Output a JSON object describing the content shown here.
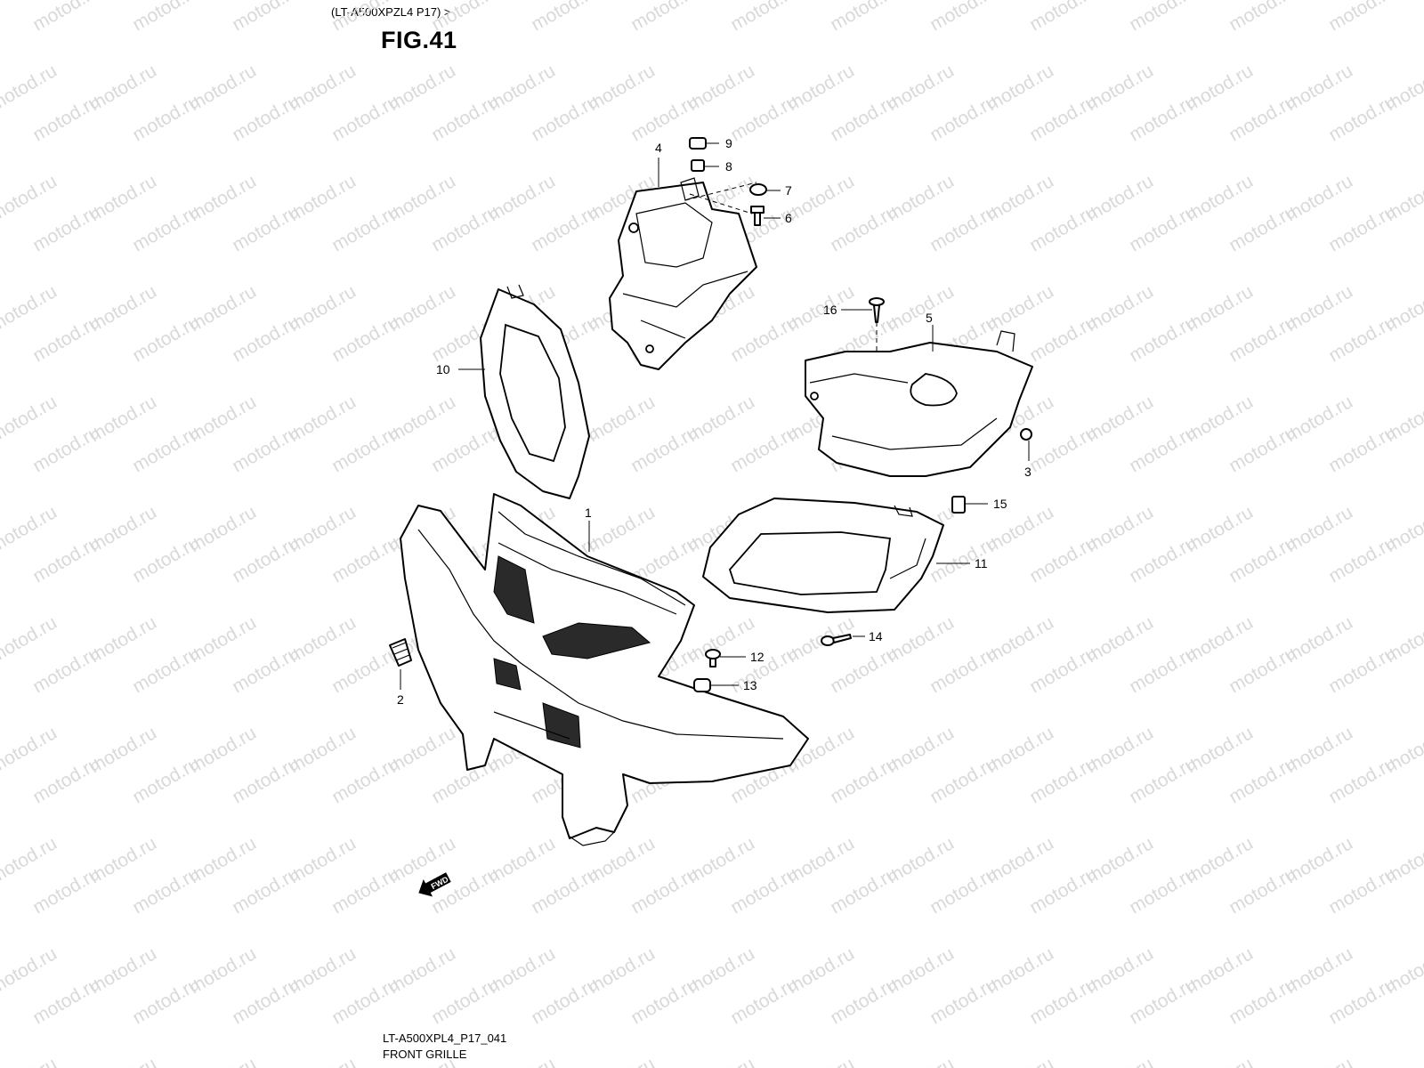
{
  "header": {
    "model_note": "(LT-A500XPZL4 P17) >",
    "figure_title": "FIG.41"
  },
  "watermark": "motod.ru",
  "callouts": {
    "p1": "1",
    "p2": "2",
    "p3": "3",
    "p4": "4",
    "p5": "5",
    "p6": "6",
    "p7": "7",
    "p8": "8",
    "p9": "9",
    "p10": "10",
    "p11": "11",
    "p12": "12",
    "p13": "13",
    "p14": "14",
    "p15": "15",
    "p16": "16"
  },
  "fwd_marker": "FWD",
  "footer": {
    "diagram_code": "LT-A500XPL4_P17_041",
    "section_name": "FRONT GRILLE"
  }
}
